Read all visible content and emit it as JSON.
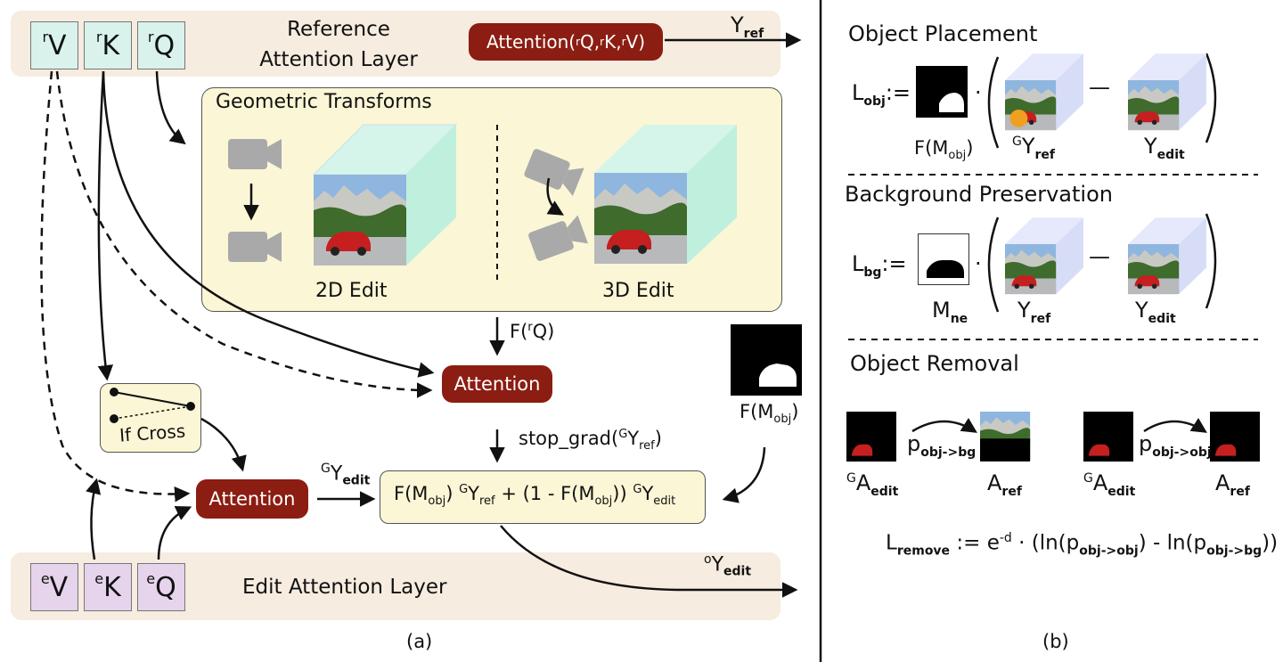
{
  "panel_a": {
    "reference_layer": {
      "title_line1": "Reference",
      "title_line2": "Attention Layer",
      "tokens": [
        {
          "sup": "r",
          "letter": "V"
        },
        {
          "sup": "r",
          "letter": "K"
        },
        {
          "sup": "r",
          "letter": "Q"
        }
      ],
      "attention_pre": "Attention(",
      "attention_mid1": "Q, ",
      "attention_mid2": "K, ",
      "attention_mid3": "V)",
      "attention_sup": "r",
      "output_main": "Y",
      "output_sub": "ref"
    },
    "geometric": {
      "title": "Geometric Transforms",
      "edit_2d": "2D Edit",
      "edit_3d": "3D Edit"
    },
    "f_rq": {
      "pre": "F(",
      "sup": "r",
      "post": "Q)"
    },
    "attention_mid": "Attention",
    "stop_grad": {
      "pre": "stop_grad(",
      "sup": "G",
      "main": "Y",
      "sub": "ref",
      "post": ")"
    },
    "if_cross": "If Cross",
    "attention_edit": "Attention",
    "gy_edit": {
      "sup": "G",
      "main": "Y",
      "sub": "edit"
    },
    "blend": {
      "p1": "F(M",
      "s1": "obj",
      "p2": ") ",
      "sup1": "G",
      "p3": "Y",
      "s2": "ref",
      "p4": " + (1 - F(M",
      "s3": "obj",
      "p5": ")) ",
      "sup2": "G",
      "p6": "Y",
      "s4": "edit"
    },
    "mask_label": {
      "pre": "F(M",
      "sub": "obj",
      "post": ")"
    },
    "oy_edit": {
      "sup": "o",
      "main": "Y",
      "sub": "edit"
    },
    "edit_layer": {
      "title": "Edit Attention Layer",
      "tokens": [
        {
          "sup": "e",
          "letter": "V"
        },
        {
          "sup": "e",
          "letter": "K"
        },
        {
          "sup": "e",
          "letter": "Q"
        }
      ]
    },
    "caption": "(a)"
  },
  "panel_b": {
    "object_placement": {
      "title": "Object Placement",
      "loss_main": "L",
      "loss_sub": "obj",
      "assign": ":=",
      "dot": "·",
      "minus": "—",
      "mask_label": {
        "pre": "F(M",
        "sub": "obj",
        "post": ")"
      },
      "term1": {
        "sup": "G",
        "main": "Y",
        "sub": "ref"
      },
      "term2": {
        "main": "Y",
        "sub": "edit"
      }
    },
    "background_preservation": {
      "title": "Background Preservation",
      "loss_main": "L",
      "loss_sub": "bg",
      "assign": ":=",
      "dot": "·",
      "minus": "—",
      "mask_label": {
        "main": "M",
        "sub": "ne"
      },
      "term1": {
        "main": "Y",
        "sub": "ref"
      },
      "term2": {
        "main": "Y",
        "sub": "edit"
      }
    },
    "object_removal": {
      "title": "Object Removal",
      "left": {
        "src_sup": "G",
        "src_main": "A",
        "src_sub": "edit",
        "p_main": "p",
        "p_sub": "obj->bg",
        "dst_main": "A",
        "dst_sub": "ref"
      },
      "right": {
        "src_sup": "G",
        "src_main": "A",
        "src_sub": "edit",
        "p_main": "p",
        "p_sub": "obj->obj",
        "dst_main": "A",
        "dst_sub": "ref"
      },
      "formula": {
        "L": "L",
        "Lsub": "remove",
        "a": " := e",
        "esup": "-d",
        "b": " · (ln(p",
        "s1": "obj->obj",
        "c": ") - ln(p",
        "s2": "obj->bg",
        "d": "))"
      }
    },
    "caption": "(b)"
  },
  "colors": {
    "band": "#f6ecdf",
    "ref_token": "#d9f2ec",
    "edit_token": "#e6d3ec",
    "pill": "#8b1d12",
    "yellow_box": "#fbf6d5",
    "camera": "#a9a9a9",
    "cube_3d": "#c8f0e2",
    "cube_b": "#dde2f8"
  }
}
